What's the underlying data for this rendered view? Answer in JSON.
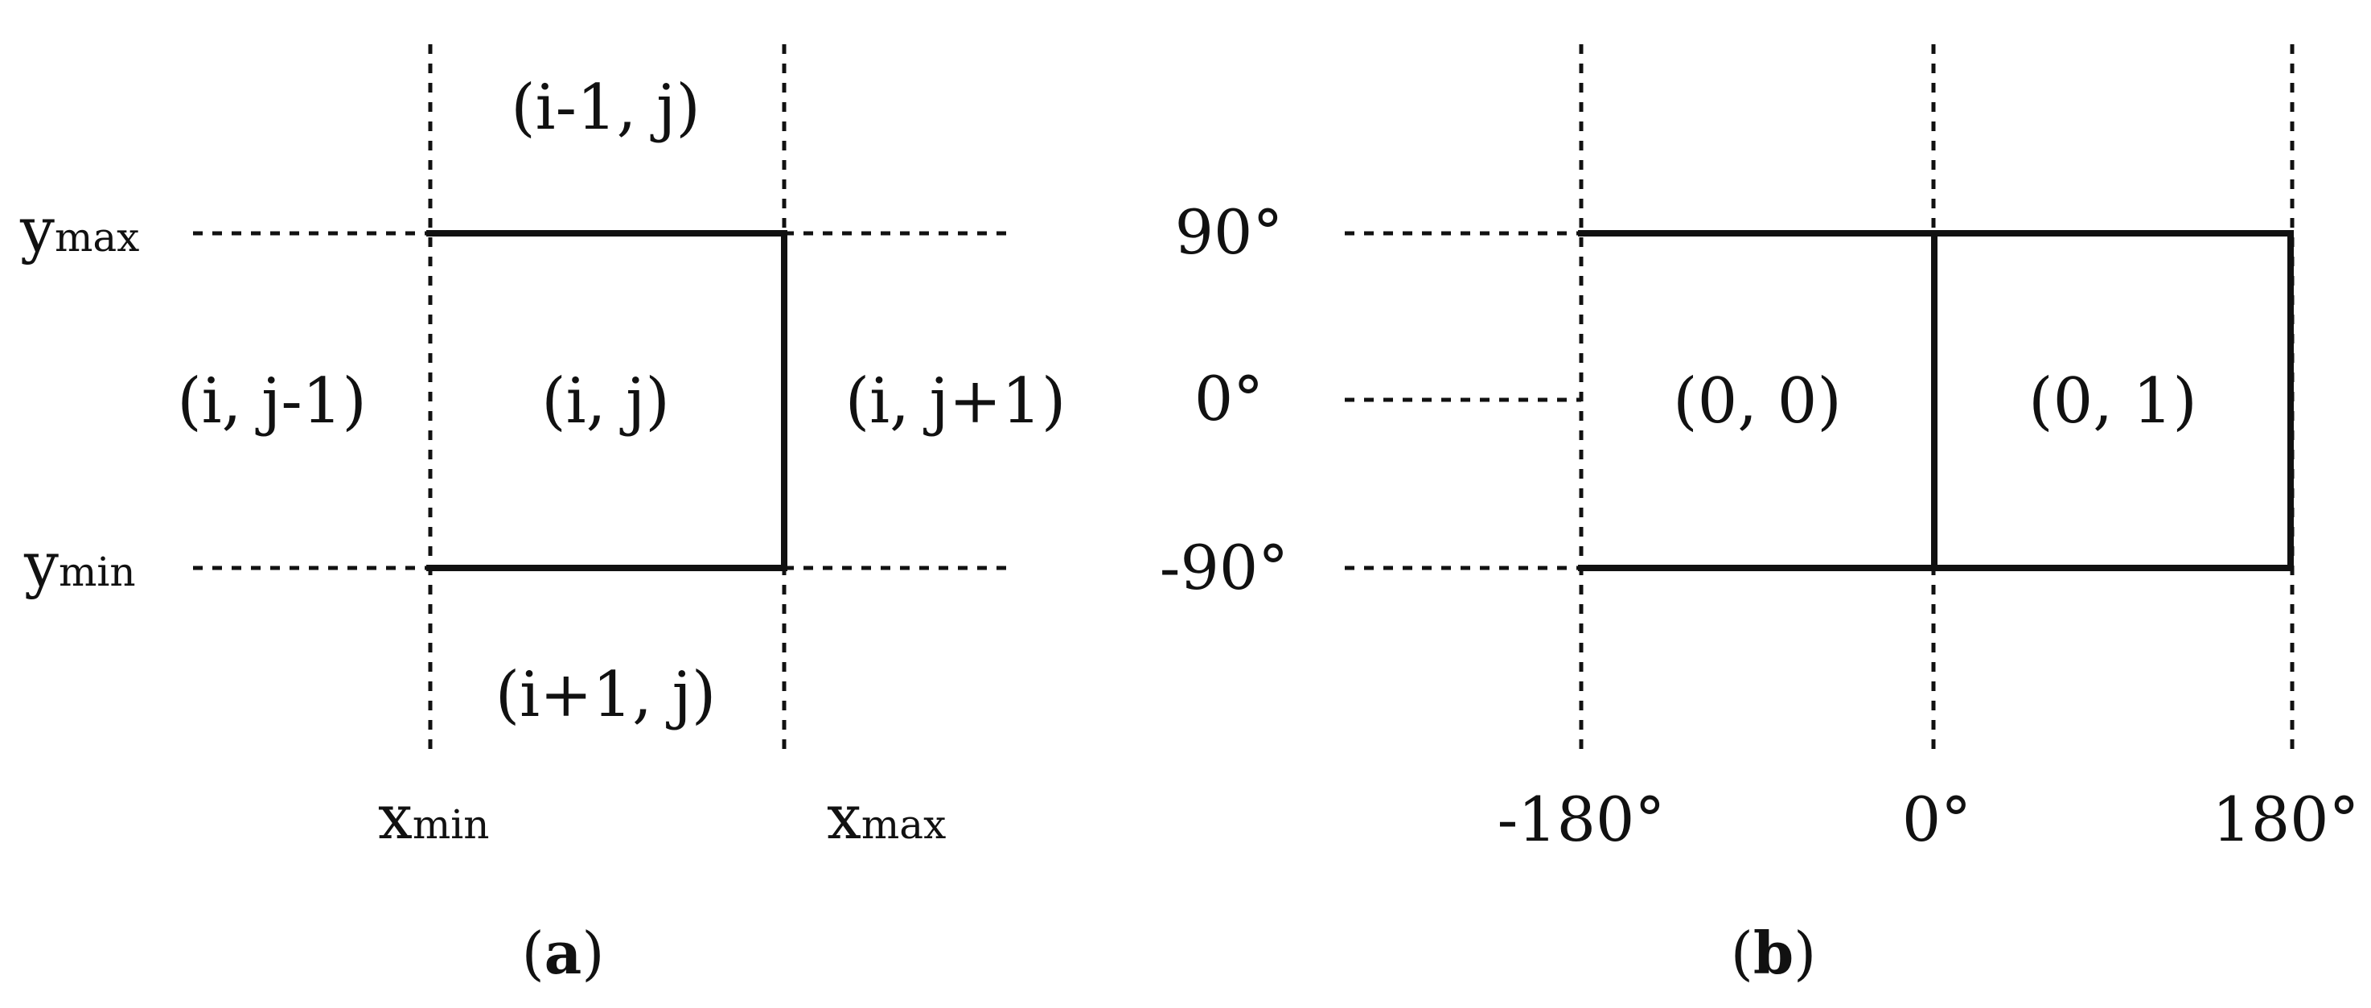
{
  "panel_a": {
    "caption_letter": "a",
    "center_cell": "(i, j)",
    "top_cell": "(i-1, j)",
    "bottom_cell": "(i+1, j)",
    "left_cell": "(i, j-1)",
    "right_cell": "(i, j+1)",
    "y_max_base": "y",
    "y_max_sub": "max",
    "y_min_base": "y",
    "y_min_sub": "min",
    "x_min_base": "x",
    "x_min_sub": "min",
    "x_max_base": "x",
    "x_max_sub": "max"
  },
  "panel_b": {
    "caption_letter": "b",
    "left_cell": "(0, 0)",
    "right_cell": "(0, 1)",
    "lat_top": "90°",
    "lat_mid": "0°",
    "lat_bottom": "-90°",
    "lon_left": "-180°",
    "lon_mid": "0°",
    "lon_right": "180°"
  }
}
